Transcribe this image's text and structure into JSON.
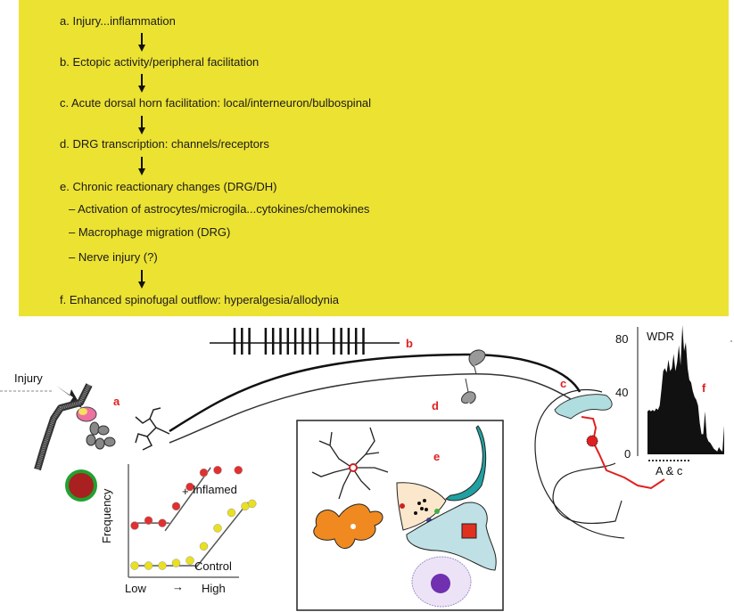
{
  "flowchart": {
    "background_color": "#ece232",
    "steps": [
      {
        "id": "a",
        "text": "a. Injury...inflammation"
      },
      {
        "id": "b",
        "text": "b. Ectopic activity/peripheral facilitation"
      },
      {
        "id": "c",
        "text": "c. Acute dorsal horn facilitation: local/interneuron/bulbospinal"
      },
      {
        "id": "d",
        "text": "d. DRG transcription: channels/receptors"
      },
      {
        "id": "e",
        "text": "e. Chronic reactionary changes (DRG/DH)"
      },
      {
        "id": "f",
        "text": "f. Enhanced spinofugal outflow: hyperalgesia/allodynia"
      }
    ],
    "sub_items": [
      "– Activation of astrocytes/microgila...cytokines/chemokines",
      "– Macrophage migration (DRG)",
      "– Nerve injury (?)"
    ]
  },
  "illustration": {
    "injury_label": "Injury",
    "panel_labels": {
      "a": "a",
      "b": "b",
      "c": "c",
      "d": "d",
      "e": "e",
      "f": "f"
    },
    "label_color": "#e02020",
    "spike_train_groups": [
      3,
      8,
      5
    ],
    "frequency_plot": {
      "ylabel": "Frequency",
      "xlabel_low": "Low",
      "xlabel_high": "High",
      "xlabel_arrow": "→",
      "series": [
        {
          "name": "Inflamed",
          "color": "#e03030",
          "points": [
            [
              0,
              3.1
            ],
            [
              1,
              3.5
            ],
            [
              2,
              3.3
            ],
            [
              3,
              4.6
            ],
            [
              4,
              6.1
            ],
            [
              5,
              7.2
            ],
            [
              6,
              7.4
            ],
            [
              7.5,
              7.4
            ]
          ]
        },
        {
          "name": "Control",
          "color": "#e8e020",
          "points": [
            [
              0,
              0
            ],
            [
              1,
              0
            ],
            [
              2,
              0
            ],
            [
              3,
              0.2
            ],
            [
              4,
              0.4
            ],
            [
              5,
              1.5
            ],
            [
              6,
              2.9
            ],
            [
              7,
              4.1
            ],
            [
              8,
              4.6
            ],
            [
              8.5,
              4.8
            ]
          ]
        }
      ],
      "inflamed_marker": "+"
    },
    "wdr_histogram": {
      "title": "WDR",
      "yticks": [
        "80",
        "40",
        "0"
      ],
      "ylim": [
        0,
        90
      ],
      "xlabel": "A & c",
      "values": [
        30,
        31,
        30,
        31,
        30,
        32,
        31,
        34,
        45,
        58,
        60,
        57,
        66,
        58,
        60,
        70,
        58,
        64,
        76,
        62,
        90,
        72,
        78,
        60,
        52,
        50,
        44,
        40,
        38,
        34,
        22,
        14,
        14,
        30,
        12,
        9,
        8,
        6,
        4,
        3,
        2,
        5,
        3,
        2,
        20
      ]
    }
  }
}
